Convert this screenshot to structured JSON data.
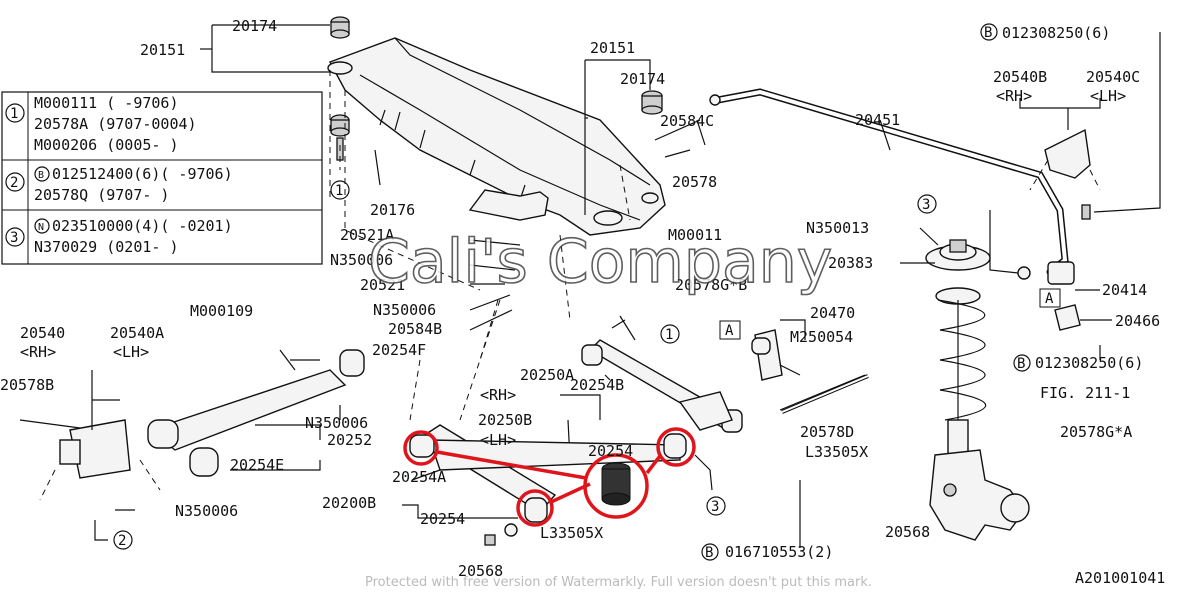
{
  "legend": {
    "rows": [
      {
        "num": "1",
        "lines": [
          "M000111 (     -9706)",
          "20578A (9707-0004)",
          "M000206 (0005-    )"
        ]
      },
      {
        "num": "2",
        "circled": "B",
        "lines": [
          "012512400(6)(     -9706)",
          "20578Q (9707-    )"
        ]
      },
      {
        "num": "3",
        "circled": "N",
        "lines": [
          "023510000(4)(     -0201)",
          "N370029 (0201-    )"
        ]
      }
    ]
  },
  "labels": {
    "l20174a": "20174",
    "l20151a": "20151",
    "l20151b": "20151",
    "l20174b": "20174",
    "l20584c": "20584C",
    "l20578": "20578",
    "l20176": "20176",
    "l20521a": "20521A",
    "ln350006a": "N350006",
    "l20521": "20521",
    "ln350006b": "N350006",
    "l20584b": "20584B",
    "lm000011": "M00011",
    "l20578gb": "20578G*B",
    "ln350013": "N350013",
    "l20383": "20383",
    "l20451": "20451",
    "l20540b_top": "20540B",
    "l20540c_top": "20540C",
    "lrh_top": "<RH>",
    "llh_top": "<LH>",
    "l012308250_top": "012308250(6)",
    "l20414": "20414",
    "l20466": "20466",
    "l012308250_mid": "012308250(6)",
    "lfig": "FIG. 211-1",
    "l20470": "20470",
    "lm250054": "M250054",
    "lm000109": "M000109",
    "l20540": "20540",
    "l20540a": "20540A",
    "lrh_left": "<RH>",
    "llh_left": "<LH>",
    "l20254f": "20254F",
    "l20578b": "20578B",
    "ln350006c": "N350006",
    "l20252": "20252",
    "l20254e": "20254E",
    "ln350006d": "N350006",
    "l20250a": "20250A",
    "lrh_mid": "<RH>",
    "l20250b": "20250B",
    "llh_mid": "<LH>",
    "l20254b": "20254B",
    "l20254_mid": "20254",
    "l20254a": "20254A",
    "l20200b": "20200B",
    "l20254_bot": "20254",
    "l20568_bot": "20568",
    "ll33505x_a": "L33505X",
    "ll33505x_b": "L33505X",
    "l20578d": "20578D",
    "l20578ga": "20578G*A",
    "l20568_right": "20568",
    "l016710553": "016710553(2)",
    "lbox_a1": "A",
    "lbox_a2": "A",
    "lcall1a": "1",
    "lcall1b": "1",
    "lcall2": "2",
    "lcall3a": "3",
    "lcall3b": "3",
    "lcallB1": "B",
    "lcallB2": "B",
    "lcallB3": "B",
    "code": "A201001041"
  },
  "watermark": "Cali's Company",
  "footer_text": "Protected with free version of Watermarkly. Full version doesn't put this mark.",
  "colors": {
    "highlight": "#e0151b",
    "line": "#111111",
    "background": "#ffffff"
  }
}
